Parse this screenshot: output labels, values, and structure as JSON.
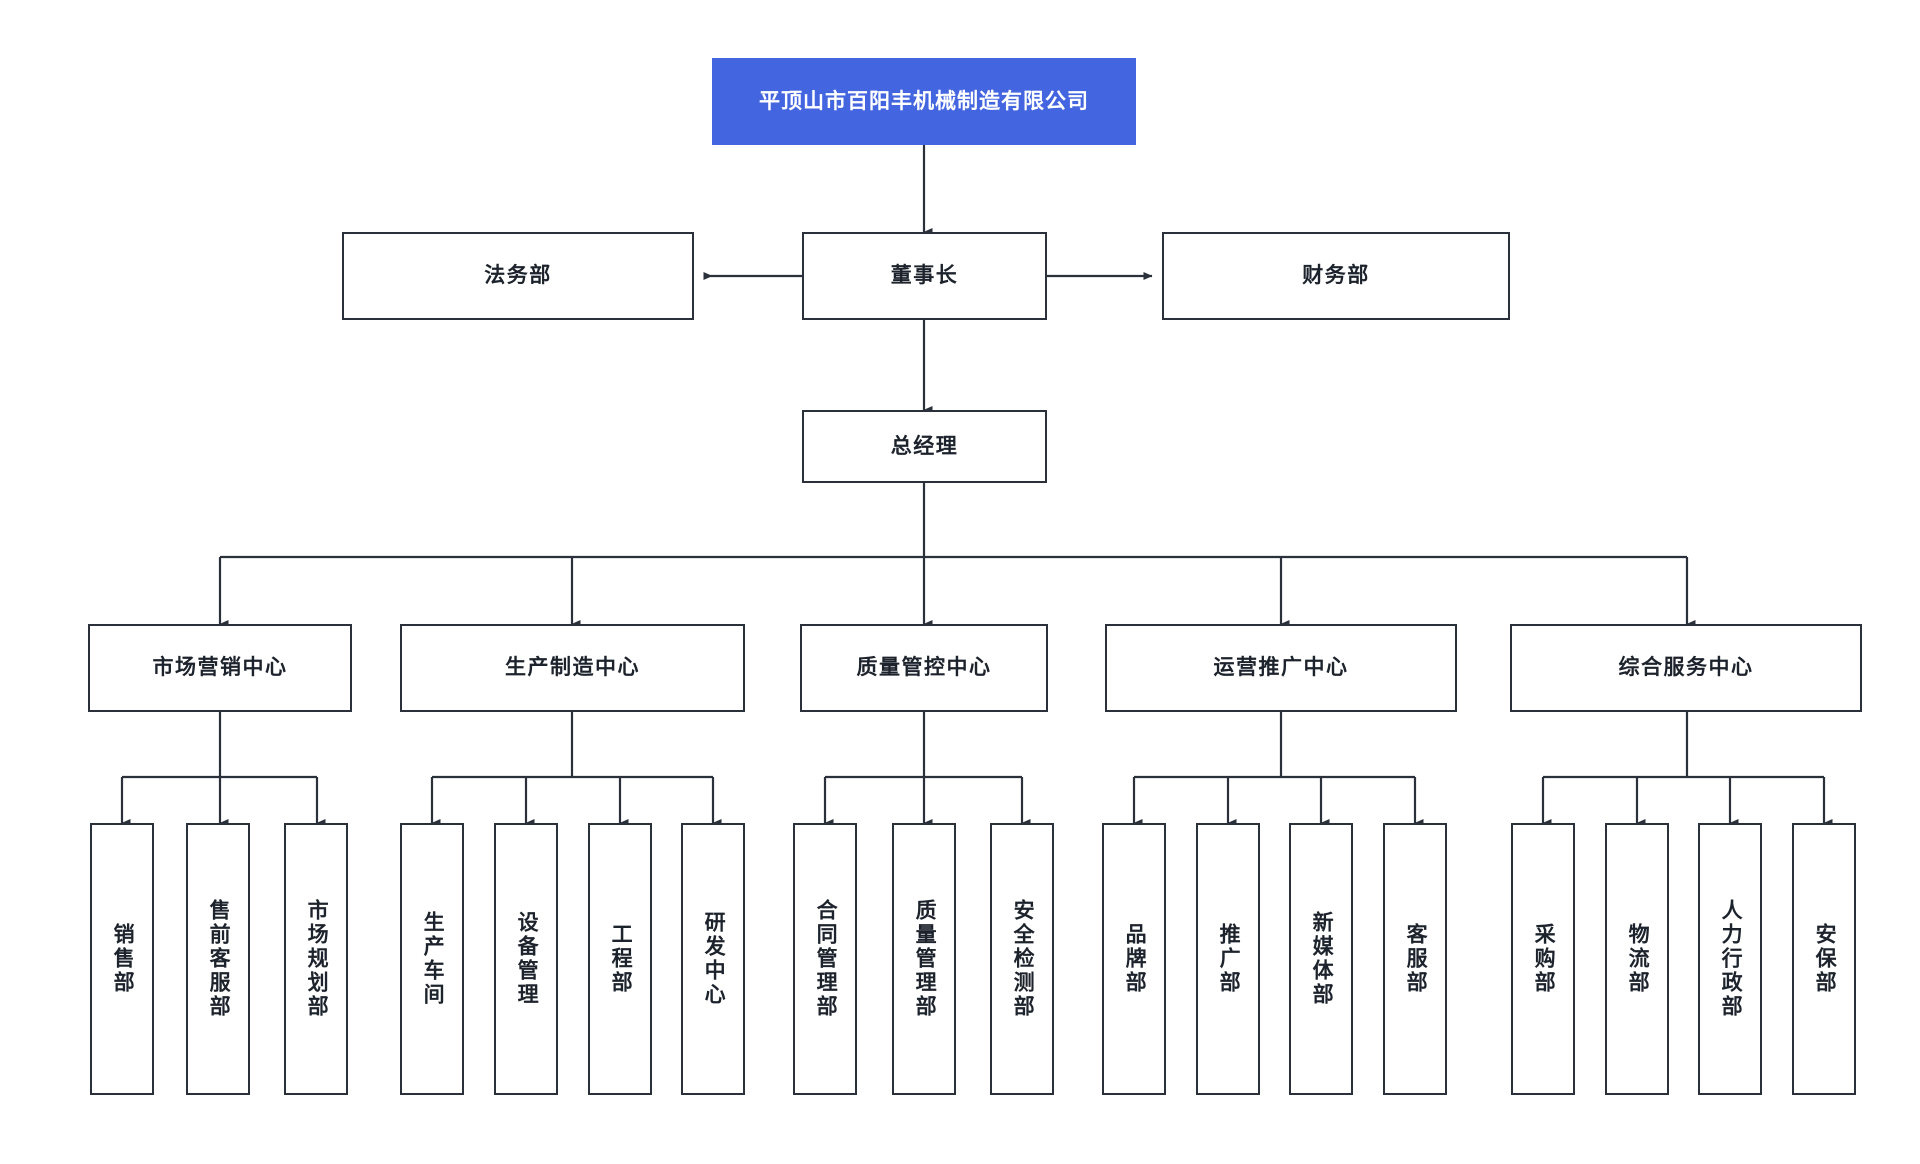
{
  "diagram": {
    "title": "平顶山市百阳丰机械制造有限公司",
    "type": "organization-chart",
    "accent_color": "#4465e0",
    "line_color": "#2b313b",
    "box_border_color": "#2b313b",
    "background_color": "#ffffff"
  },
  "nodes": {
    "root": {
      "label": "平顶山市百阳丰机械制造有限公司"
    },
    "chairman": {
      "label": "董事长"
    },
    "legal": {
      "label": "法务部"
    },
    "finance": {
      "label": "财务部"
    },
    "gm": {
      "label": "总经理"
    },
    "centers": [
      {
        "label": "市场营销中心"
      },
      {
        "label": "生产制造中心"
      },
      {
        "label": "质量管控中心"
      },
      {
        "label": "运营推广中心"
      },
      {
        "label": "综合服务中心"
      }
    ],
    "departments": {
      "marketing": [
        {
          "label": "销售部"
        },
        {
          "label": "售前客服部"
        },
        {
          "label": "市场规划部"
        }
      ],
      "manufacturing": [
        {
          "label": "生产车间"
        },
        {
          "label": "设备管理"
        },
        {
          "label": "工程部"
        },
        {
          "label": "研发中心"
        }
      ],
      "quality": [
        {
          "label": "合同管理部"
        },
        {
          "label": "质量管理部"
        },
        {
          "label": "安全检测部"
        }
      ],
      "operations": [
        {
          "label": "品牌部"
        },
        {
          "label": "推广部"
        },
        {
          "label": "新媒体部"
        },
        {
          "label": "客服部"
        }
      ],
      "services": [
        {
          "label": "采购部"
        },
        {
          "label": "物流部"
        },
        {
          "label": "人力行政部"
        },
        {
          "label": "安保部"
        }
      ]
    }
  }
}
